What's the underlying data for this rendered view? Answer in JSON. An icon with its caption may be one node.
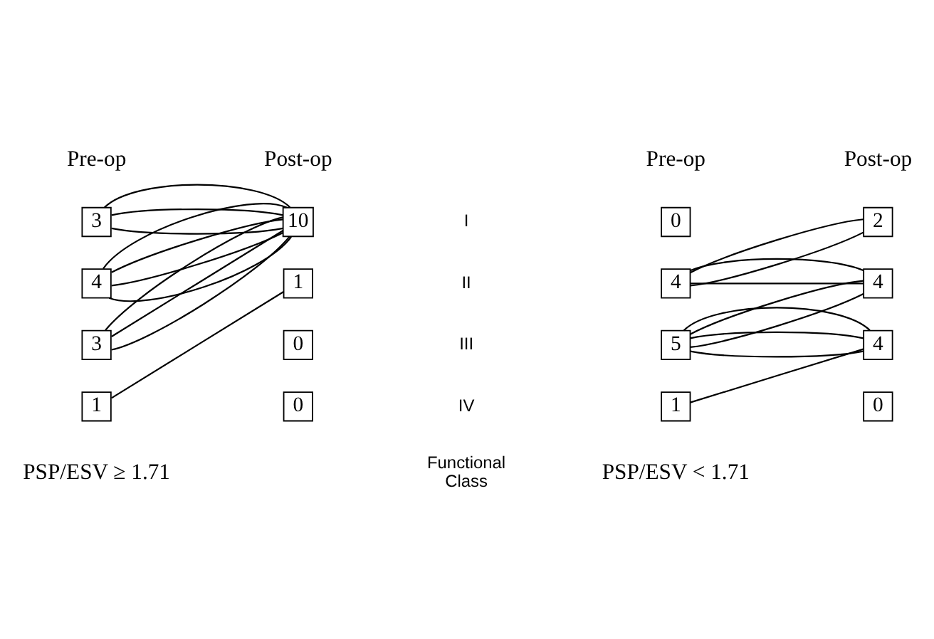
{
  "diagram": {
    "nodes": [
      {
        "text": [
          "3"
        ]
      },
      {
        "text": [
          "4"
        ]
      },
      {
        "text": [
          "3"
        ]
      },
      {
        "text": [
          "1"
        ]
      },
      {
        "text": [
          "10"
        ]
      },
      {
        "text": [
          "1"
        ]
      },
      {
        "text": [
          "0"
        ]
      },
      {
        "text": [
          "0"
        ]
      },
      {
        "text": [
          "0"
        ]
      },
      {
        "text": [
          "4"
        ]
      },
      {
        "text": [
          "5"
        ]
      },
      {
        "text": [
          "1"
        ]
      },
      {
        "text": [
          "2"
        ]
      },
      {
        "text": [
          "4"
        ]
      },
      {
        "text": [
          "4"
        ]
      },
      {
        "text": [
          "0"
        ]
      }
    ],
    "edges": [
      {
        "from": 0,
        "to": 4,
        "arrow": "none"
      },
      {
        "from": 0,
        "to": 4,
        "arrow": "none"
      },
      {
        "from": 0,
        "to": 4,
        "arrow": "none"
      },
      {
        "from": 1,
        "to": 4,
        "arrow": "none"
      },
      {
        "from": 1,
        "to": 4,
        "arrow": "none"
      },
      {
        "from": 1,
        "to": 4,
        "arrow": "none"
      },
      {
        "from": 1,
        "to": 4,
        "arrow": "none"
      },
      {
        "from": 2,
        "to": 4,
        "arrow": "none"
      },
      {
        "from": 2,
        "to": 4,
        "arrow": "none"
      },
      {
        "from": 2,
        "to": 4,
        "arrow": "none"
      },
      {
        "from": 3,
        "to": 5,
        "arrow": "none"
      },
      {
        "from": 9,
        "to": 12,
        "arrow": "none"
      },
      {
        "from": 9,
        "to": 12,
        "arrow": "none"
      },
      {
        "from": 9,
        "to": 13,
        "arrow": "none"
      },
      {
        "from": 9,
        "to": 13,
        "arrow": "none"
      },
      {
        "from": 10,
        "to": 13,
        "arrow": "none"
      },
      {
        "from": 10,
        "to": 13,
        "arrow": "none"
      },
      {
        "from": 10,
        "to": 14,
        "arrow": "none"
      },
      {
        "from": 10,
        "to": 14,
        "arrow": "none"
      },
      {
        "from": 10,
        "to": 14,
        "arrow": "none"
      },
      {
        "from": 11,
        "to": 14,
        "arrow": "none"
      }
    ],
    "labels": [
      "PSP/ESV ≥ 1.71",
      "Functional Class",
      "PSP/ESV < 1.71",
      "I",
      "II",
      "III",
      "IV",
      "Pre-op",
      "Post-op",
      "Pre-op",
      "Post-op"
    ]
  }
}
